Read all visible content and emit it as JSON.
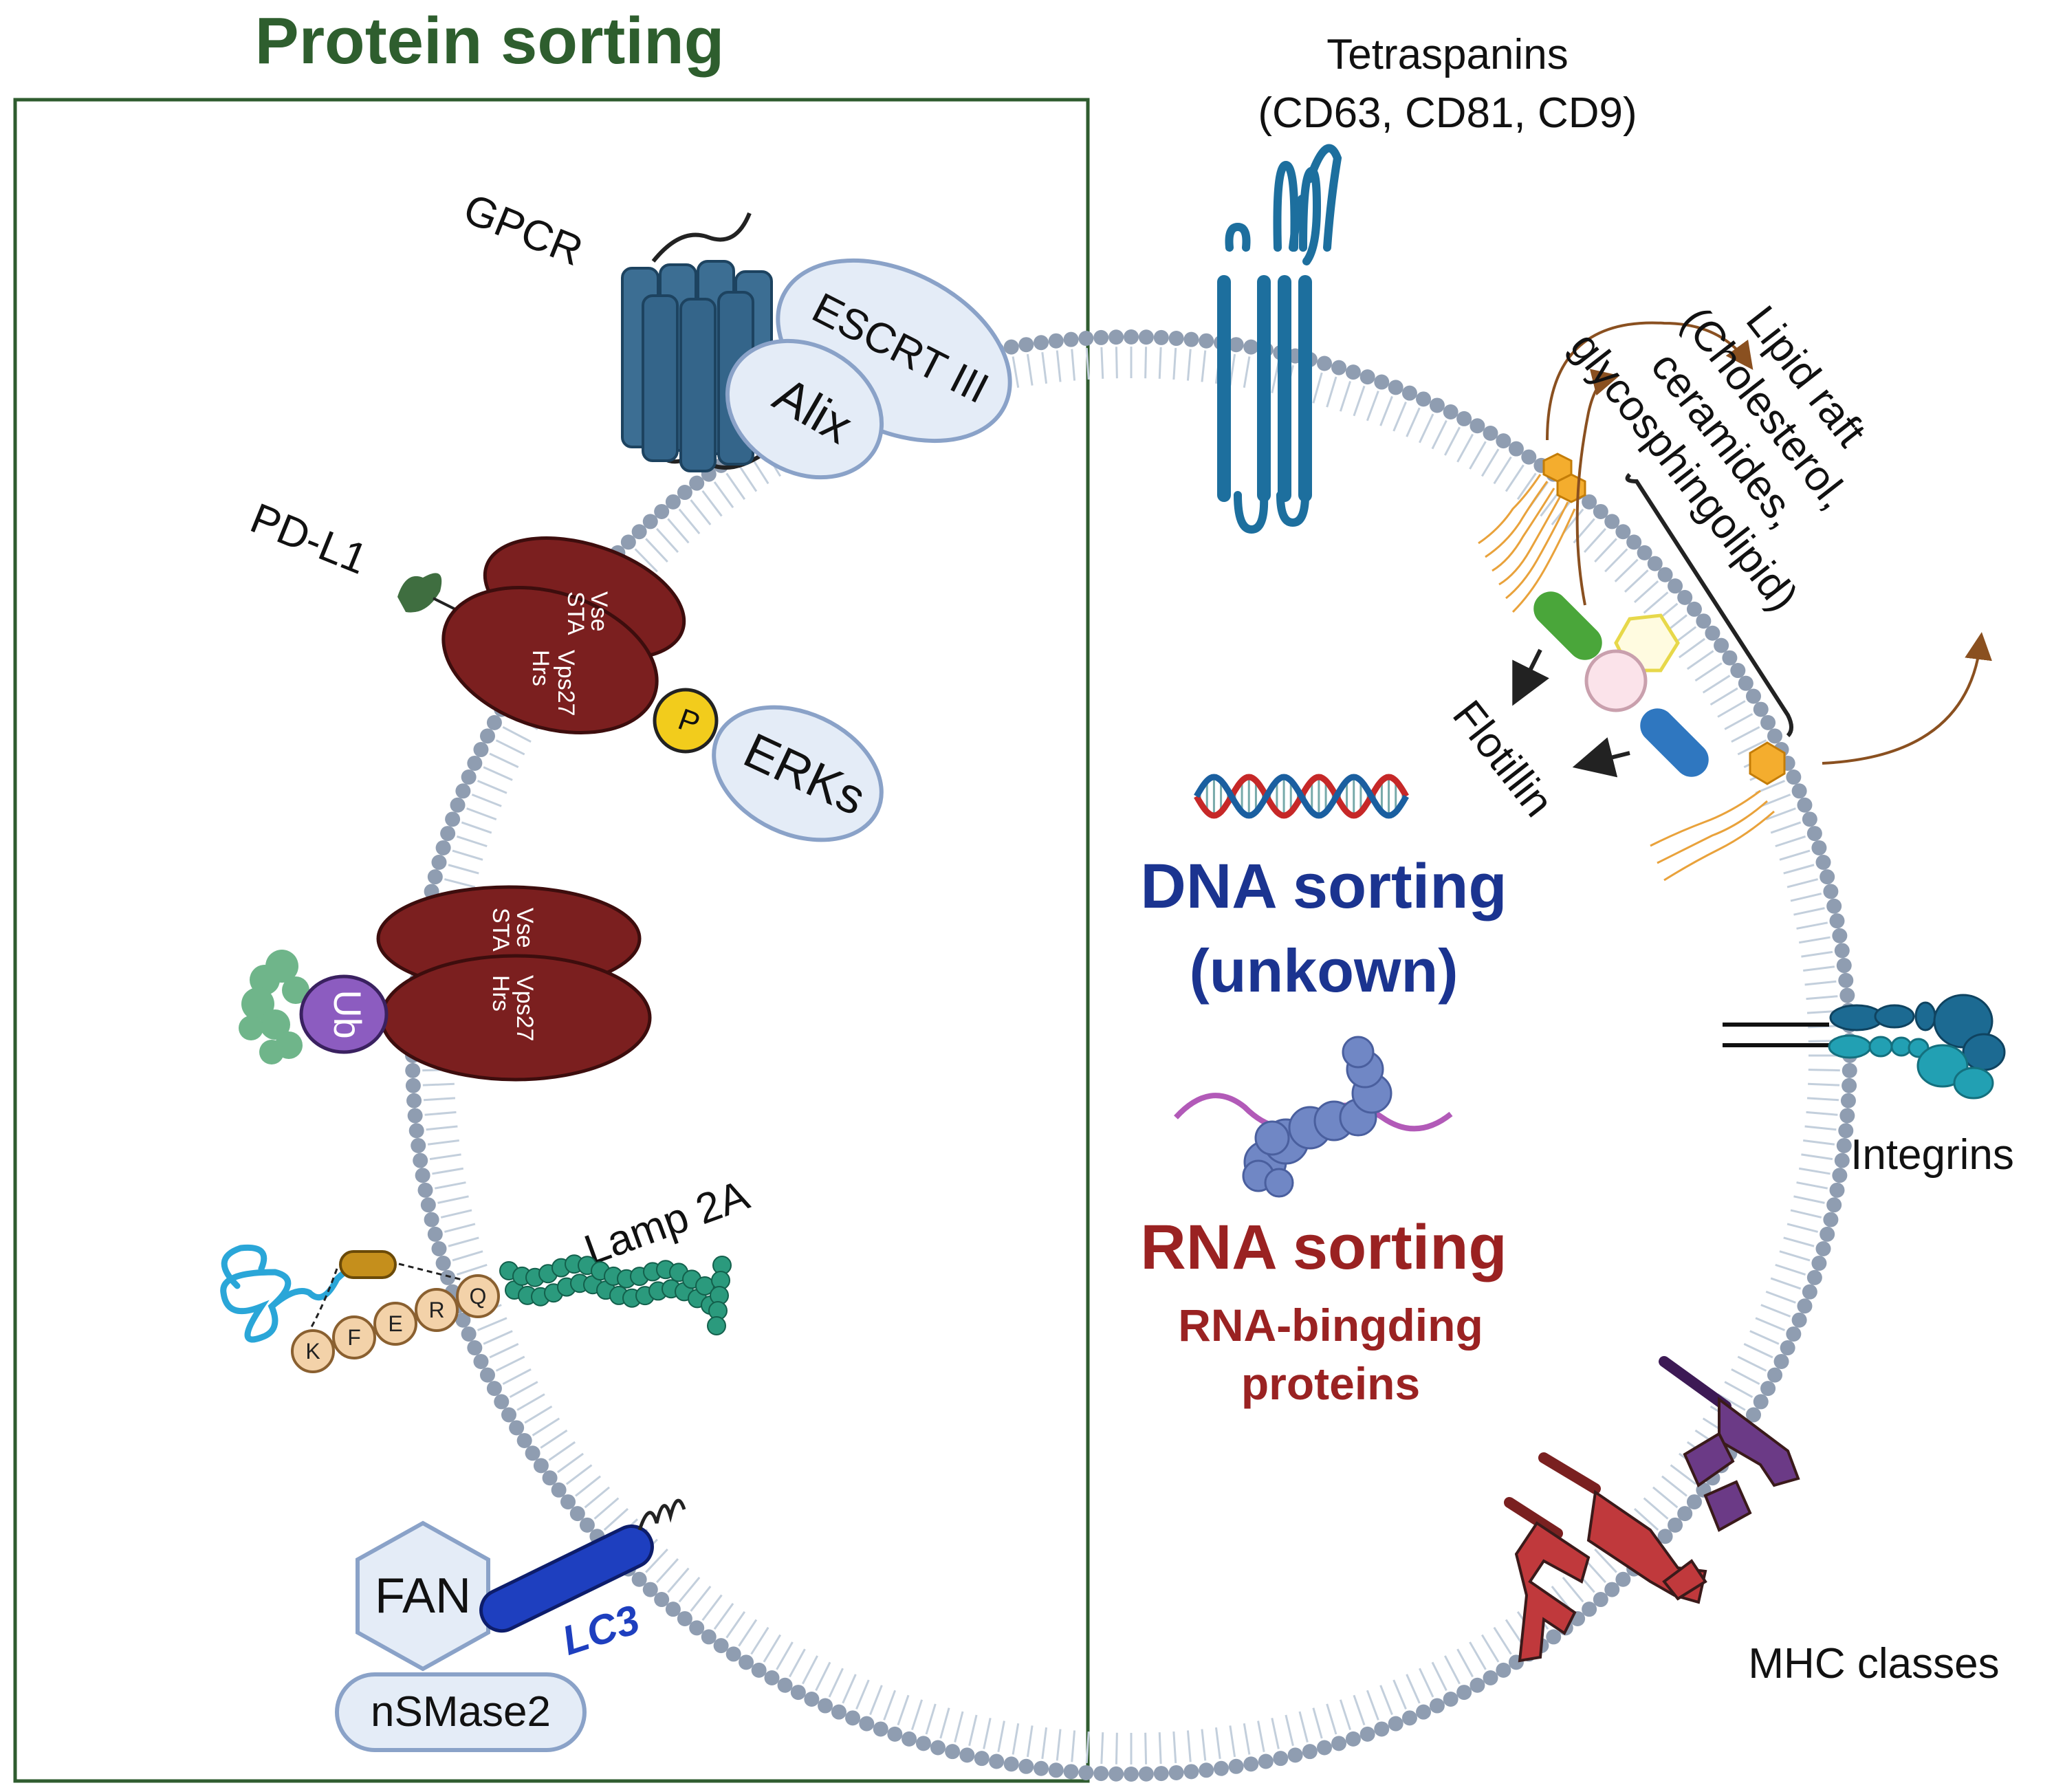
{
  "title": "Protein sorting",
  "labels": {
    "tetraspanins_line1": "Tetraspanins",
    "tetraspanins_line2": "(CD63, CD81, CD9)",
    "gpcr": "GPCR",
    "escrt": "ESCRT III",
    "alix": "Alix",
    "pdl1": "PD-L1",
    "vse": "Vse",
    "sta": "STA",
    "vps27": "Vps27",
    "hrs": "Hrs",
    "p": "P",
    "erks": "ERKs",
    "ub": "Ub",
    "lamp2a": "Lamp 2A",
    "kferq": [
      "K",
      "F",
      "E",
      "R",
      "Q"
    ],
    "fan": "FAN",
    "lc3": "LC3",
    "nsmase2": "nSMase2",
    "lipid_raft": [
      "Lipid raft",
      "(Cholesterol,",
      "ceramides,",
      "glycosphingolipid)"
    ],
    "flotillin": "Flotillin",
    "dna_sorting": "DNA sorting",
    "dna_unknown": "(unkown)",
    "rna_sorting": "RNA sorting",
    "rna_binding_line1": "RNA-bingding",
    "rna_binding_line2": "proteins",
    "integrins": "Integrins",
    "mhc": "MHC classes"
  },
  "colors": {
    "box": "#2f5c2f",
    "title": "#2e5e2e",
    "membrane_bead": "#8f9db1",
    "membrane_tail": "#c3cfdc",
    "gpcr": "#3c6e93",
    "escrt_fill": "#e4ecf7",
    "escrt_stroke": "#8aa2c8",
    "escrt_complex": "#7b1f1f",
    "phospho": "#f2cc1c",
    "ub": "#8c5cc0",
    "ub_cargo": "#6fb58a",
    "lamp": "#2b9a7d",
    "kferq": "#f3d2a9",
    "chaperone": "#c58f1c",
    "substrate": "#2aa6d8",
    "tetraspanin": "#1d6f9e",
    "fan": "#e4ecf7",
    "lc3": "#1e3fbf",
    "dna_title": "#1b3490",
    "rna_title": "#9a2222",
    "dna_red": "#c62828",
    "dna_blue": "#1a5fa0",
    "rna_strand": "#b25ab8",
    "rna_protein": "#7087c5",
    "lipid_arrow": "#8a5020",
    "lipid_tail": "#e9a23b",
    "integrin_dark": "#1c6a92",
    "integrin_light": "#22a0b3",
    "mhc_red": "#c0393c",
    "mhc_purple": "#6b3a86"
  }
}
